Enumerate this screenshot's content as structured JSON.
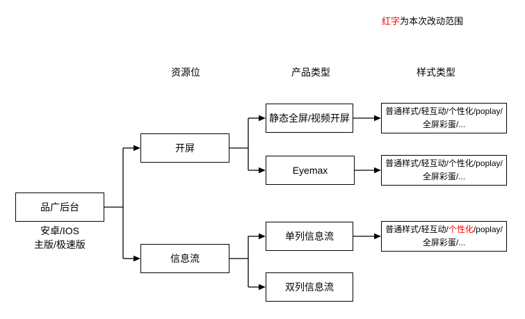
{
  "note": {
    "highlight": "红字",
    "rest": "为本次改动范围"
  },
  "headers": {
    "resource": "资源位",
    "product": "产品类型",
    "style": "样式类型"
  },
  "root": {
    "label": "品广后台",
    "sublabel_line1": "安卓/IOS",
    "sublabel_line2": "主版/极速版"
  },
  "resources": {
    "splash": "开屏",
    "feed": "信息流"
  },
  "products": {
    "static_splash": "静态全屏/视频开屏",
    "eyemax": "Eyemax",
    "single_feed": "单列信息流",
    "double_feed": "双列信息流"
  },
  "styles": {
    "splash": {
      "line1": "普通样式/轻互动/个性化/poplay/",
      "line2": "全屏彩蛋/..."
    },
    "eyemax": {
      "line1": "普通样式/轻互动/个性化/poplay/",
      "line2": "全屏彩蛋/..."
    },
    "single_feed": {
      "line1_pre": "普通样式/轻互动/",
      "line1_highlight": "个性化",
      "line1_post": "/poplay/",
      "line2": "全屏彩蛋/..."
    }
  },
  "colors": {
    "accent_red": "#ff0000",
    "line": "#000000",
    "node_fill": "#ffffff"
  }
}
